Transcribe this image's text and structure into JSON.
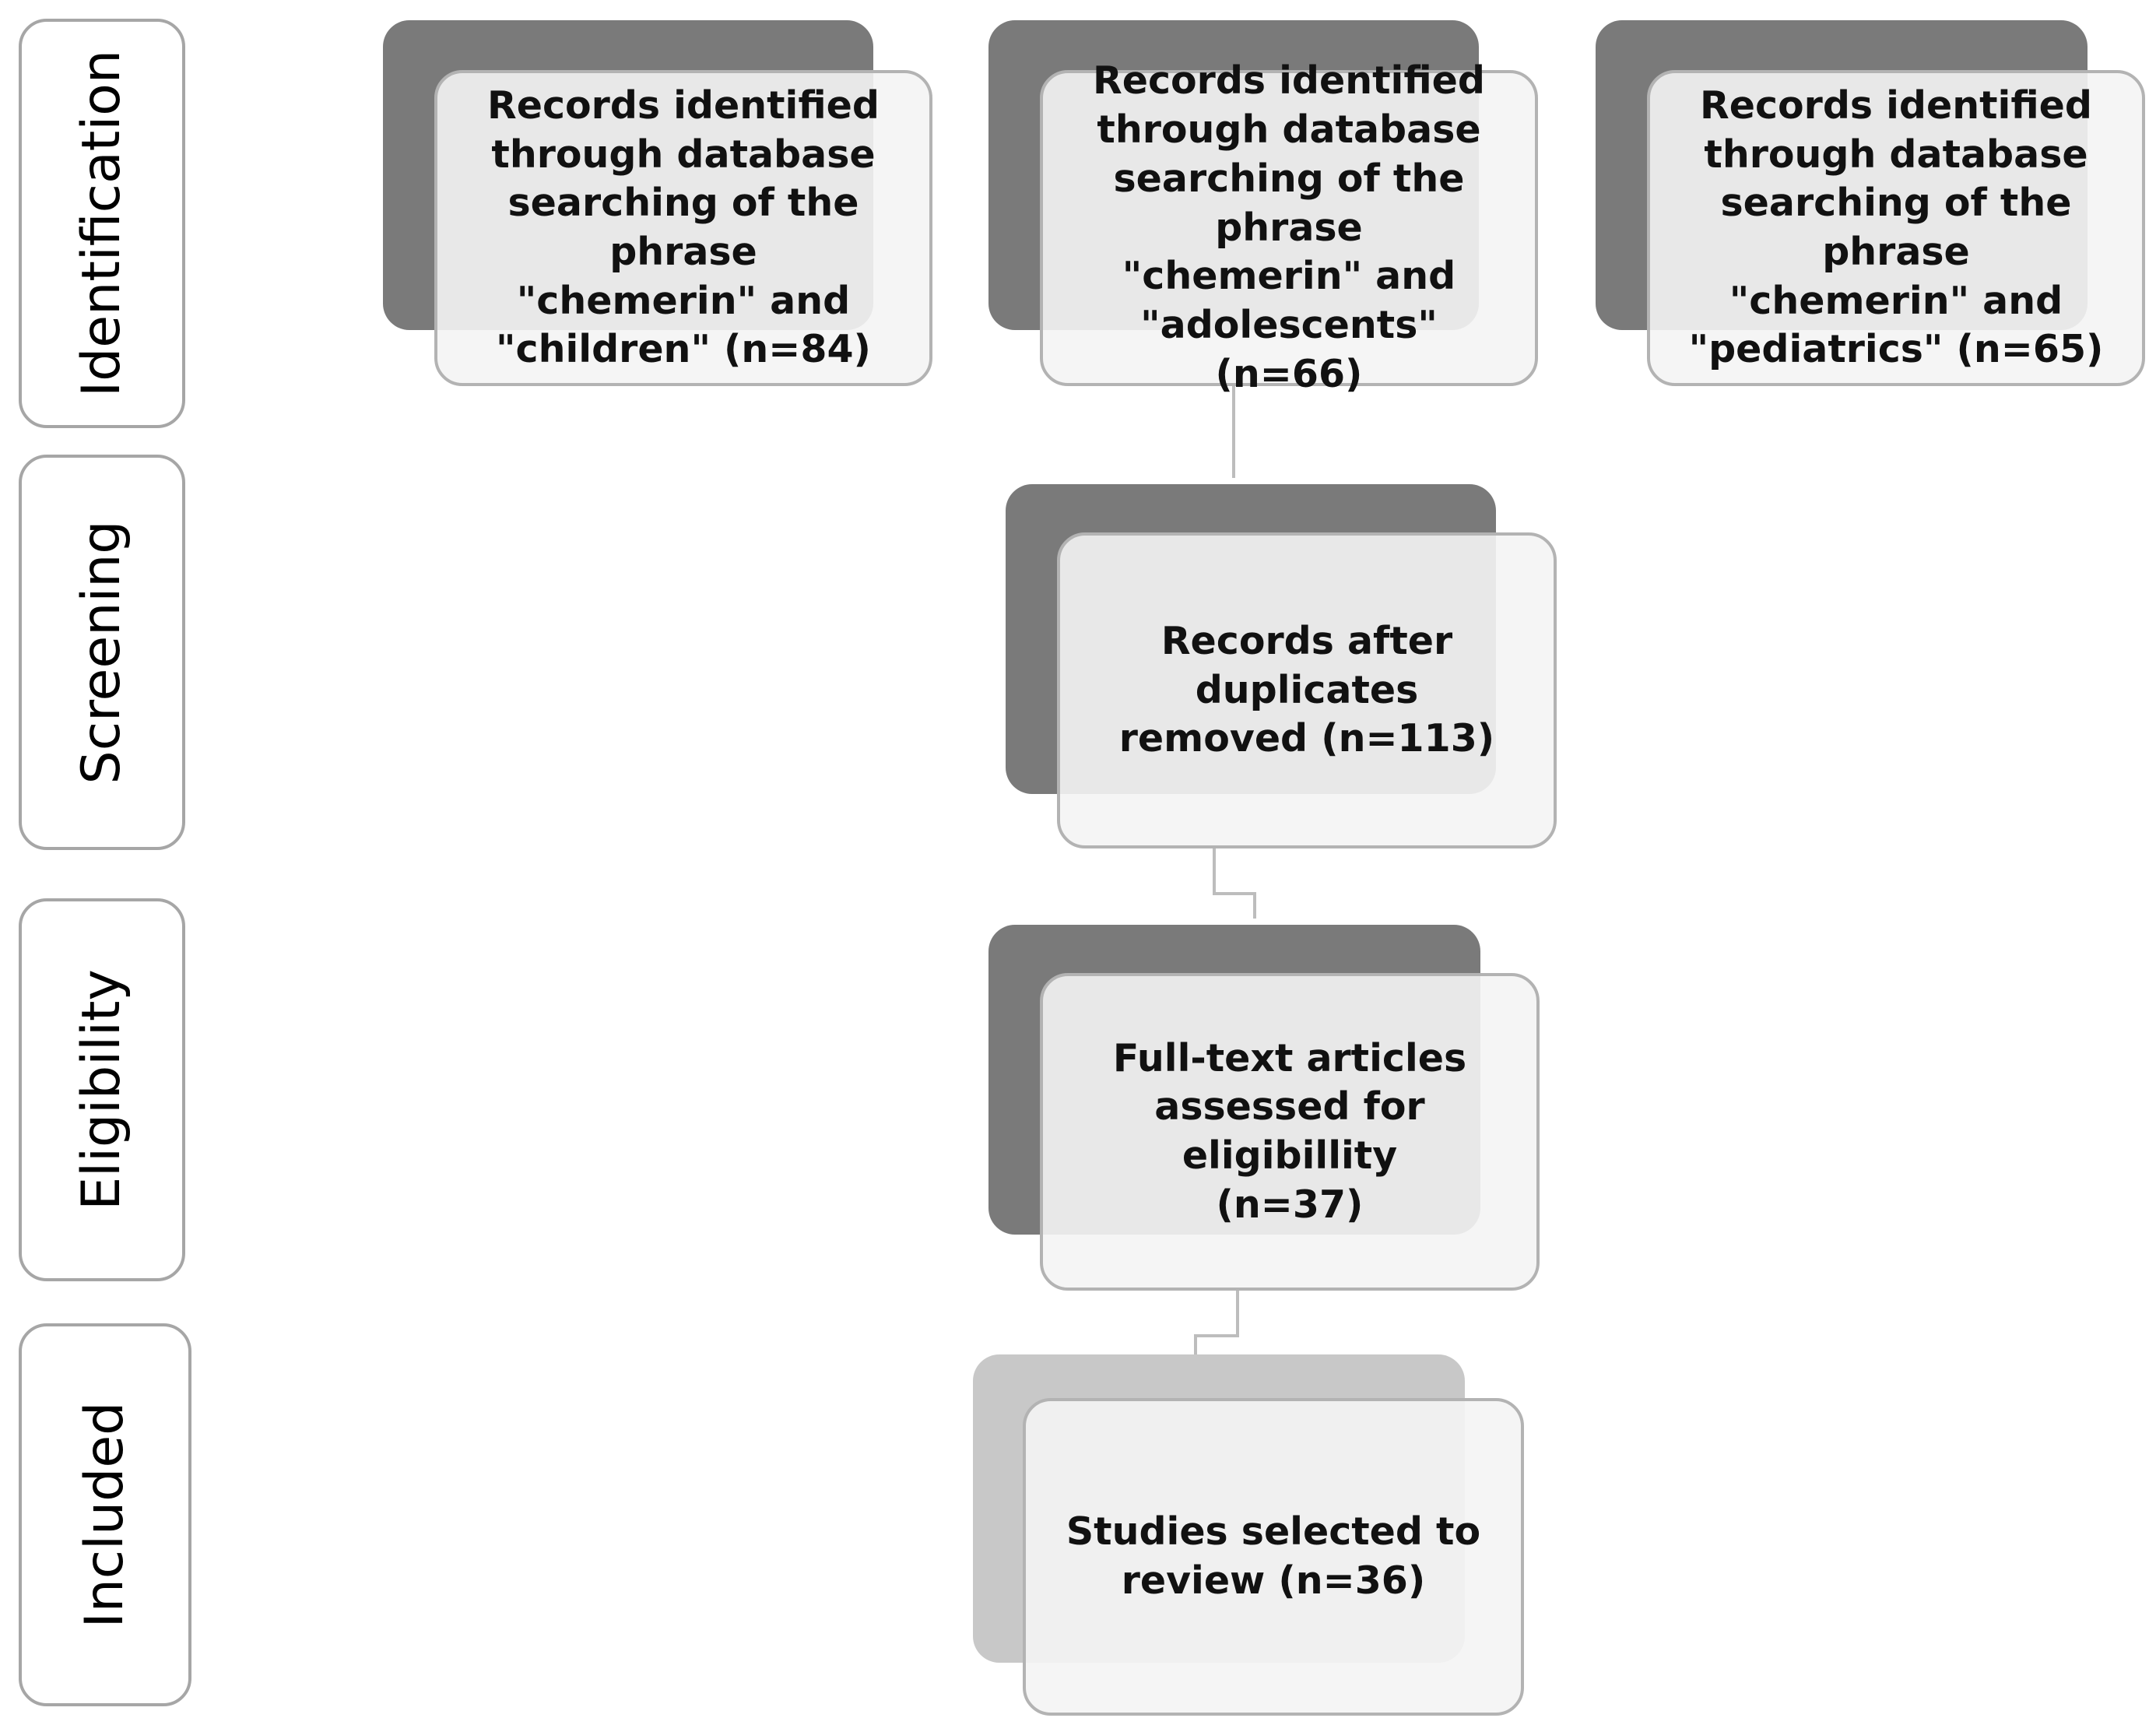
{
  "stages": {
    "identification": "Identification",
    "screening": "Screening",
    "eligibility": "Eligibility",
    "included": "Included"
  },
  "boxes": {
    "children": "Records identified\nthrough database\nsearching of the phrase\n\"chemerin\" and\n\"children\" (n=84)",
    "adolescents": "Records identified\nthrough database\nsearching of the phrase\n\"chemerin\" and\n\"adolescents\" (n=66)",
    "pediatrics": "Records identified\nthrough database\nsearching of the phrase\n\"chemerin\" and\n\"pediatrics\" (n=65)",
    "duplicates_removed": "Records after duplicates\nremoved (n=113)",
    "full_text": "Full-text articles\nassessed for eligibillity\n(n=37)",
    "selected": "Studies selected to\nreview (n=36)"
  },
  "colors": {
    "shadow": "#7a7a7a",
    "shadow_light": "#c8c8c8",
    "border": "#b3b3b3",
    "stage_border": "#a6a6a6",
    "connector": "#bdbdbd"
  }
}
